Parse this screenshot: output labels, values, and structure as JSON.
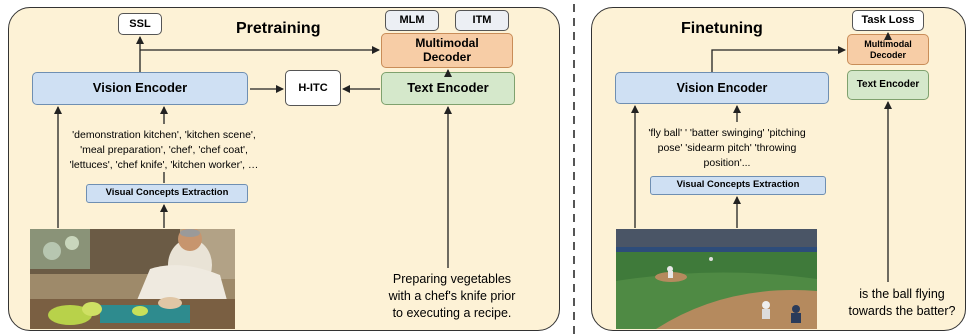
{
  "pretraining": {
    "title": "Pretraining",
    "ssl": "SSL",
    "mlm": "MLM",
    "itm": "ITM",
    "decoder": "Multimodal\nDecoder",
    "vision_encoder": "Vision Encoder",
    "hitc": "H-ITC",
    "text_encoder": "Text Encoder",
    "concepts": [
      "'demonstration kitchen', 'kitchen scene',",
      "'meal preparation',  'chef',  'chef coat',",
      "'lettuces', 'chef knife',  'kitchen worker', …"
    ],
    "extraction": "Visual Concepts Extraction",
    "caption": [
      "Preparing vegetables",
      "with a chef's knife prior",
      "to executing a recipe."
    ]
  },
  "finetuning": {
    "title": "Finetuning",
    "task_loss": "Task Loss",
    "decoder": "Multimodal\nDecoder",
    "vision_encoder": "Vision Encoder",
    "text_encoder": "Text Encoder",
    "concepts": [
      "'fly ball' ' 'batter swinging' 'pitching",
      "pose' 'sidearm pitch' 'throwing",
      "position'..."
    ],
    "extraction": "Visual Concepts Extraction",
    "question": [
      "is the ball flying",
      "towards the batter?"
    ]
  },
  "colors": {
    "panel": "#fdf2d6",
    "encoder_blue": "#cfe0f3",
    "encoder_green": "#d5e8cb",
    "decoder_orange": "#f7cda6"
  }
}
